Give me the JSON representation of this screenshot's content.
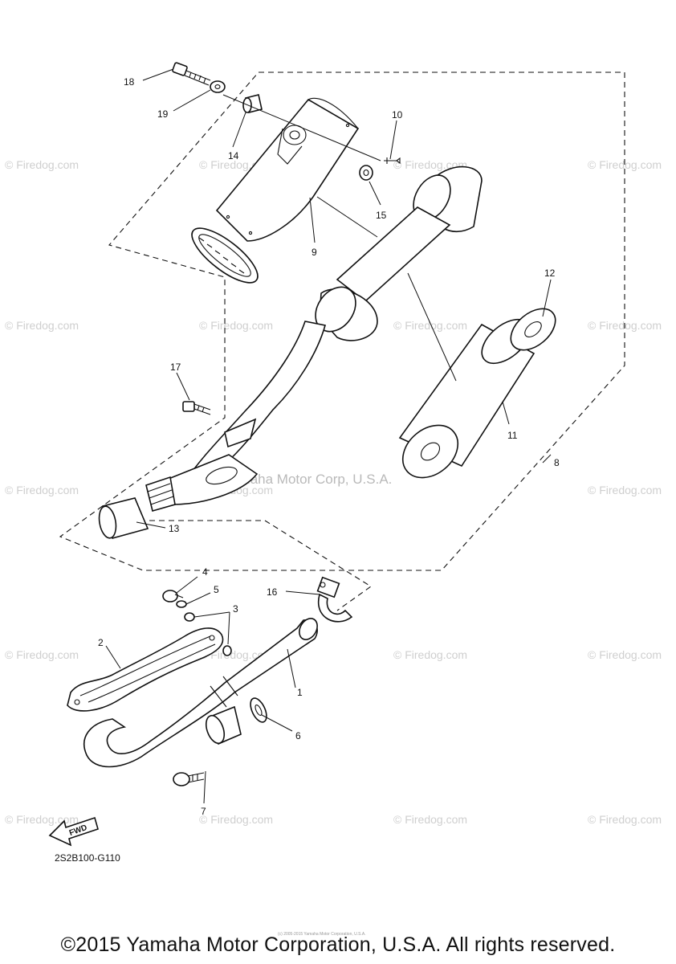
{
  "diagram": {
    "code": "2S2B100-G110",
    "copyright": "©2015 Yamaha Motor Corporation, U.S.A. All rights reserved.",
    "tiny_credit": "(c) 2005-2015 Yamaha Motor Corporation, U.S.A.",
    "fwd_label": "FWD",
    "center_watermark": "Yamaha Motor Corp, U.S.A.",
    "watermark": "© Firedog.com",
    "callouts": {
      "c1": "1",
      "c2": "2",
      "c3": "3",
      "c4": "4",
      "c5": "5",
      "c6": "6",
      "c7": "7",
      "c8": "8",
      "c9": "9",
      "c10": "10",
      "c11": "11",
      "c12": "12",
      "c13": "13",
      "c14": "14",
      "c15": "15",
      "c16": "16",
      "c17": "17",
      "c18": "18",
      "c19": "19"
    }
  }
}
